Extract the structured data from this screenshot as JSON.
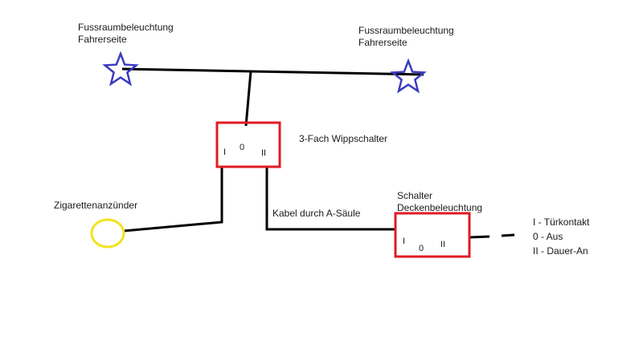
{
  "colors": {
    "wire": "#000000",
    "star": "#3b3bbf",
    "switch_border": "#e01b24",
    "lighter": "#f2e21b"
  },
  "labels": {
    "footwell_left": [
      "Fussraumbeleuchtung",
      "Fahrerseite"
    ],
    "footwell_right": [
      "Fussraumbeleuchtung",
      "Fahrerseite"
    ],
    "rocker_switch": "3-Fach Wippschalter",
    "cigarette_lighter": "Zigarettenanzünder",
    "cable": "Kabel durch A-Säule",
    "ceiling_switch": [
      "Schalter",
      "Deckenbeleuchtung"
    ]
  },
  "rocker_switch": {
    "pos_1": "I",
    "pos_0": "0",
    "pos_2": "II"
  },
  "ceiling_switch": {
    "pos_1": "I",
    "pos_0": "0",
    "pos_2": "II"
  },
  "legend": [
    "I - Türkontakt",
    "0 - Aus",
    "II - Dauer-An"
  ]
}
